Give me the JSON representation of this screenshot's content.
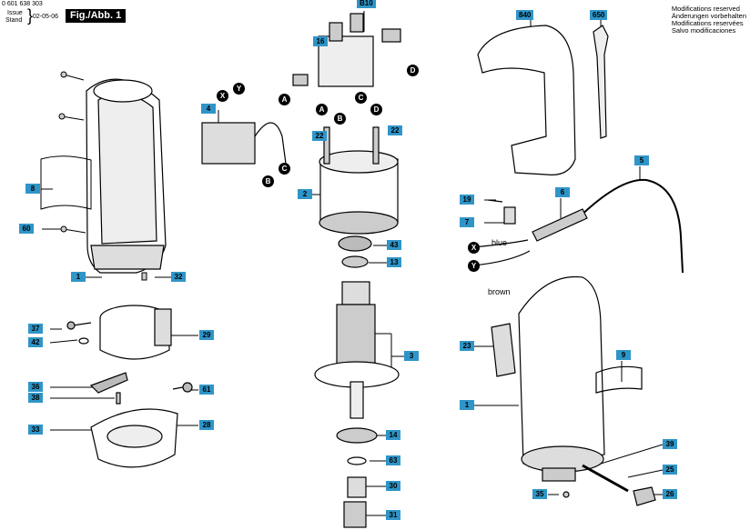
{
  "header": {
    "doc_number": "0 601 638 303",
    "issue_label": "Issue",
    "stand_label": "Stand",
    "issue_date": "02-05-06",
    "figure_title": "Fig./Abb. 1"
  },
  "notes": [
    "Modifications reserved",
    "Änderungen vorbehalten",
    "Modifications reservées",
    "Salvo modificaciones"
  ],
  "part_labels": {
    "p1a": "1",
    "p1b": "1",
    "p2": "2",
    "p3": "3",
    "p4": "4",
    "p5": "5",
    "p6": "6",
    "p7": "7",
    "p8": "8",
    "p9": "9",
    "p13": "13",
    "p14": "14",
    "p16": "16",
    "p19": "19",
    "p22a": "22",
    "p22b": "22",
    "p23": "23",
    "p25": "25",
    "p26": "26",
    "p28": "28",
    "p29": "29",
    "p30": "30",
    "p31": "31",
    "p32": "32",
    "p33": "33",
    "p35": "35",
    "p36": "36",
    "p37": "37",
    "p38": "38",
    "p39": "39",
    "p42": "42",
    "p43": "43",
    "p60": "60",
    "p61": "61",
    "p63": "63",
    "p650": "650",
    "p840": "840",
    "pB10": "B10"
  },
  "connectors": {
    "A1": "A",
    "B1": "B",
    "C1": "C",
    "D1": "D",
    "A2": "A",
    "B2": "B",
    "C2": "C",
    "D2": "D",
    "X1": "X",
    "Y1": "Y",
    "X2": "X",
    "Y2": "Y"
  },
  "wires": {
    "blue": "blue",
    "brown": "brown"
  }
}
